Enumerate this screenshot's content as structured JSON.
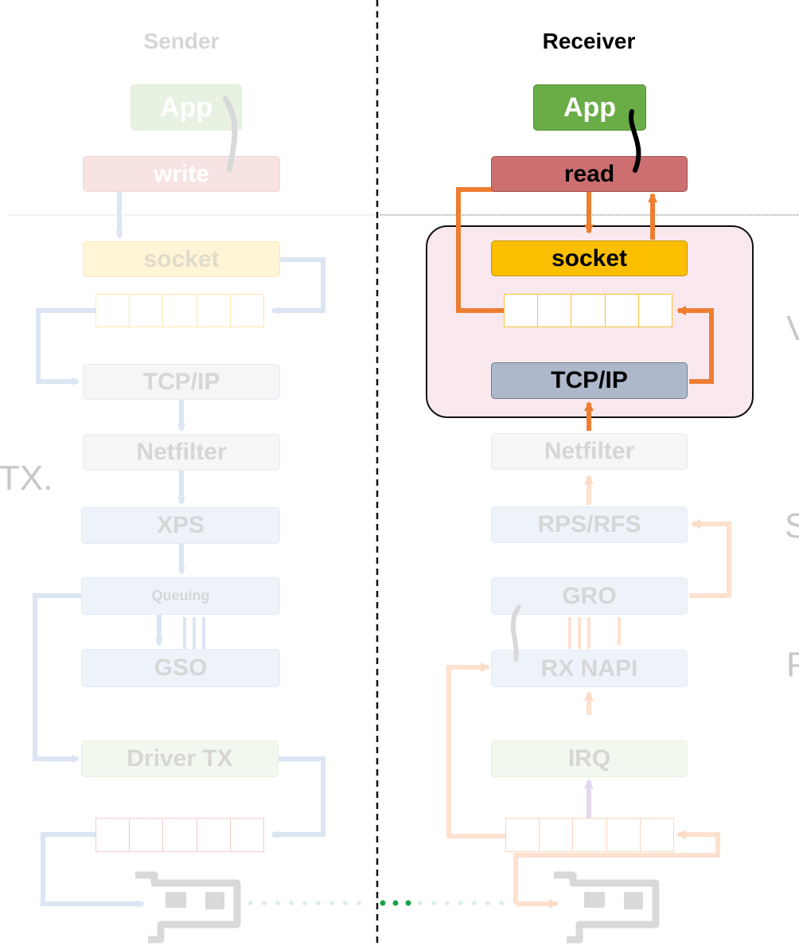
{
  "sender": {
    "title": "Sender",
    "app": "App",
    "write": "write",
    "socket": "socket",
    "tcpip": "TCP/IP",
    "netfilter": "Netfilter",
    "xps": "XPS",
    "queuing": "Queuing",
    "gso": "GSO",
    "driver_tx": "Driver TX"
  },
  "receiver": {
    "title": "Receiver",
    "app": "App",
    "read": "read",
    "socket": "socket",
    "tcpip": "TCP/IP",
    "netfilter": "Netfilter",
    "rps_rfs": "RPS/RFS",
    "gro": "GRO",
    "rx_napi": "RX NAPI",
    "irq": "IRQ"
  },
  "side_text": {
    "left": "TX.",
    "right_1": "V",
    "right_2": "S",
    "right_3": "P"
  },
  "colors": {
    "app_green": "#6aac46",
    "read_red": "#cd6f70",
    "socket_yellow": "#fbbf00",
    "tcpip_gray": "#adb9ca",
    "highlight_bg": "#fae8ef",
    "orange": "#ed7d31",
    "blue_faded": "#dde6f3",
    "green_dots": "#1ca34a"
  }
}
